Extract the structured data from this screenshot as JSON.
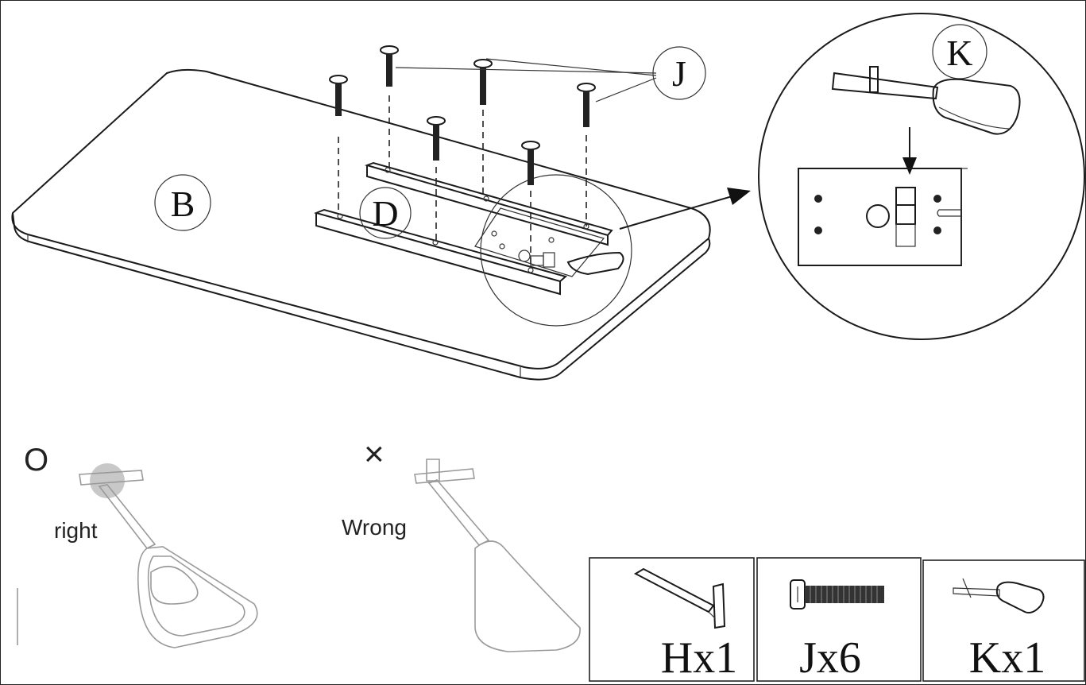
{
  "labels": {
    "tabletop": "B",
    "frame": "D",
    "screws": "J",
    "handle": "K"
  },
  "orientation": {
    "correct_symbol": "O",
    "correct_label": "right",
    "wrong_symbol": "×",
    "wrong_label": "Wrong"
  },
  "parts": [
    {
      "letter": "H",
      "qty": "Hx1",
      "icon": "hex-key-icon"
    },
    {
      "letter": "J",
      "qty": "Jx6",
      "icon": "screw-icon"
    },
    {
      "letter": "K",
      "qty": "Kx1",
      "icon": "handle-icon"
    }
  ],
  "colors": {
    "line": "#1a1a1a",
    "faint_line": "#9a9a9a",
    "highlight": "#c8c8c8"
  }
}
